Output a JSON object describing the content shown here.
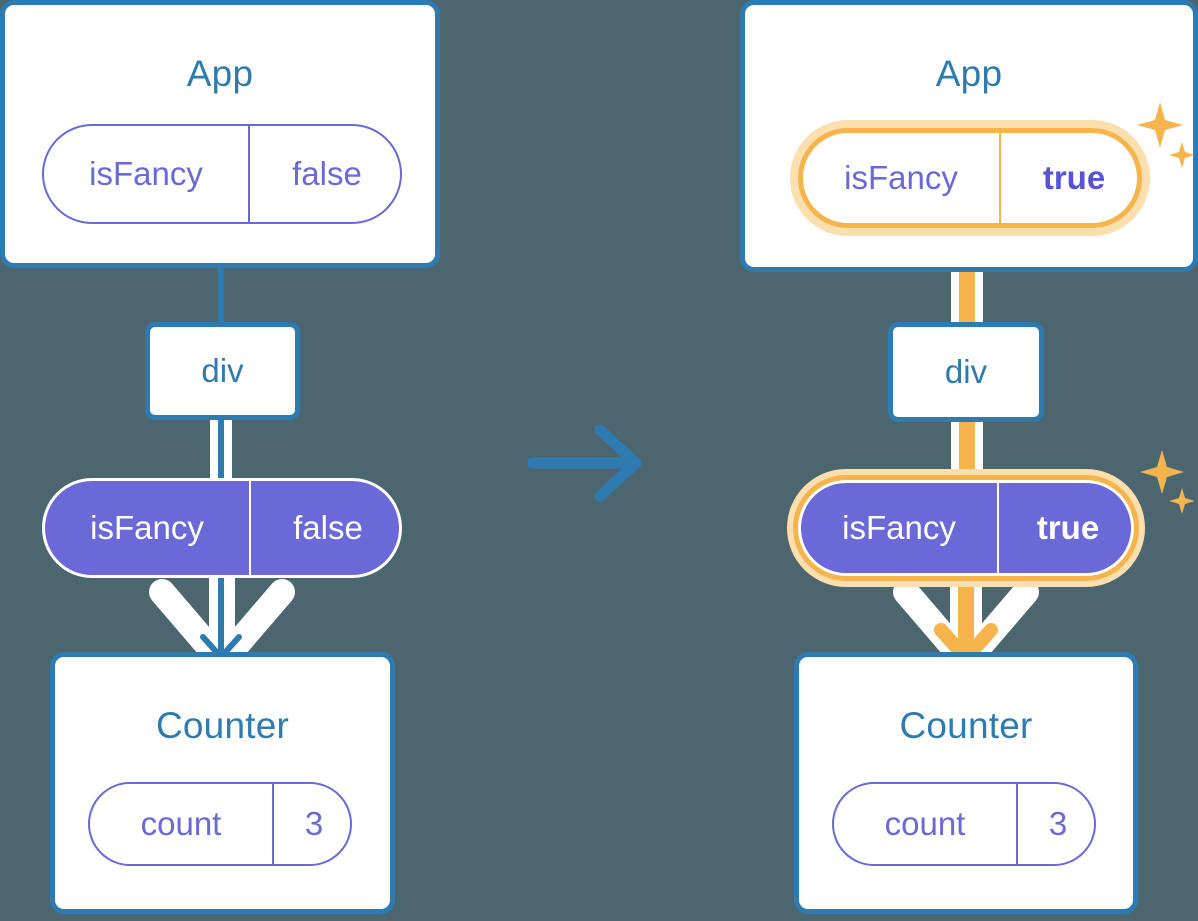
{
  "theme": {
    "background": "#4c6670",
    "box_border": "#2d7bb0",
    "box_fill": "#ffffff",
    "title_color": "#2d7bb0",
    "pill_purple": "#6b68d8",
    "pill_text_light": "#ffffff",
    "highlight_orange": "#f6b44c",
    "highlight_glow": "#fbdfae",
    "arrow_white": "#ffffff",
    "arrow_blue": "#2d7bb0"
  },
  "panels": [
    {
      "id": "before",
      "app": {
        "title": "App",
        "state_pill": {
          "key": "isFancy",
          "value": "false",
          "highlighted": false,
          "style": "outline"
        }
      },
      "div_node": {
        "label": "div"
      },
      "prop_pill": {
        "key": "isFancy",
        "value": "false",
        "highlighted": false,
        "style": "filled"
      },
      "counter": {
        "title": "Counter",
        "state_pill": {
          "key": "count",
          "value": "3",
          "highlighted": false,
          "style": "outline"
        }
      }
    },
    {
      "id": "after",
      "app": {
        "title": "App",
        "state_pill": {
          "key": "isFancy",
          "value": "true",
          "highlighted": true,
          "style": "outline"
        }
      },
      "div_node": {
        "label": "div"
      },
      "prop_pill": {
        "key": "isFancy",
        "value": "true",
        "highlighted": true,
        "style": "filled"
      },
      "counter": {
        "title": "Counter",
        "state_pill": {
          "key": "count",
          "value": "3",
          "highlighted": false,
          "style": "outline"
        }
      }
    }
  ],
  "transition": {
    "icon": "right-arrow-icon",
    "color": "#2d7bb0"
  },
  "sparkles": {
    "icon": "sparkle-icon",
    "color": "#f6b44c",
    "count": 2
  }
}
